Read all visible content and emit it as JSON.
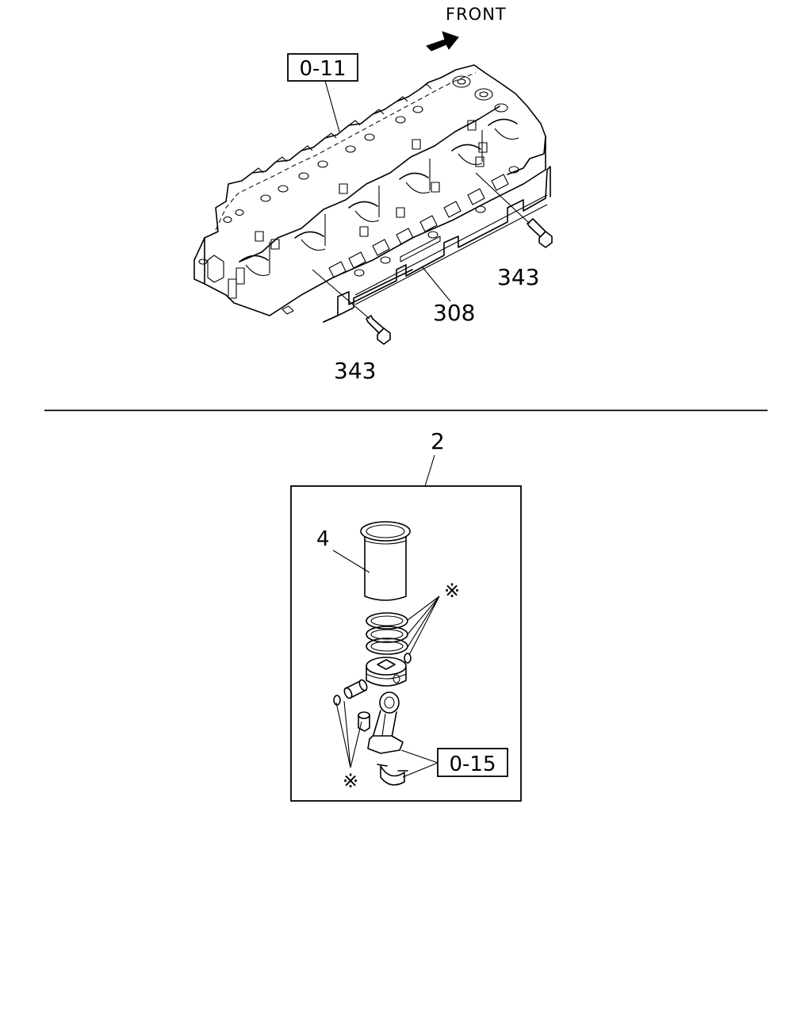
{
  "front_label": "FRONT",
  "top_section": {
    "ref_box_label": "0-11",
    "callouts": {
      "gasket": "308",
      "bolt_right": "343",
      "bolt_left": "343"
    }
  },
  "bottom_section": {
    "kit_number": "2",
    "liner_number": "4",
    "asterisk_mark_top": "※",
    "asterisk_mark_bottom": "※",
    "ref_box_label": "0-15"
  }
}
